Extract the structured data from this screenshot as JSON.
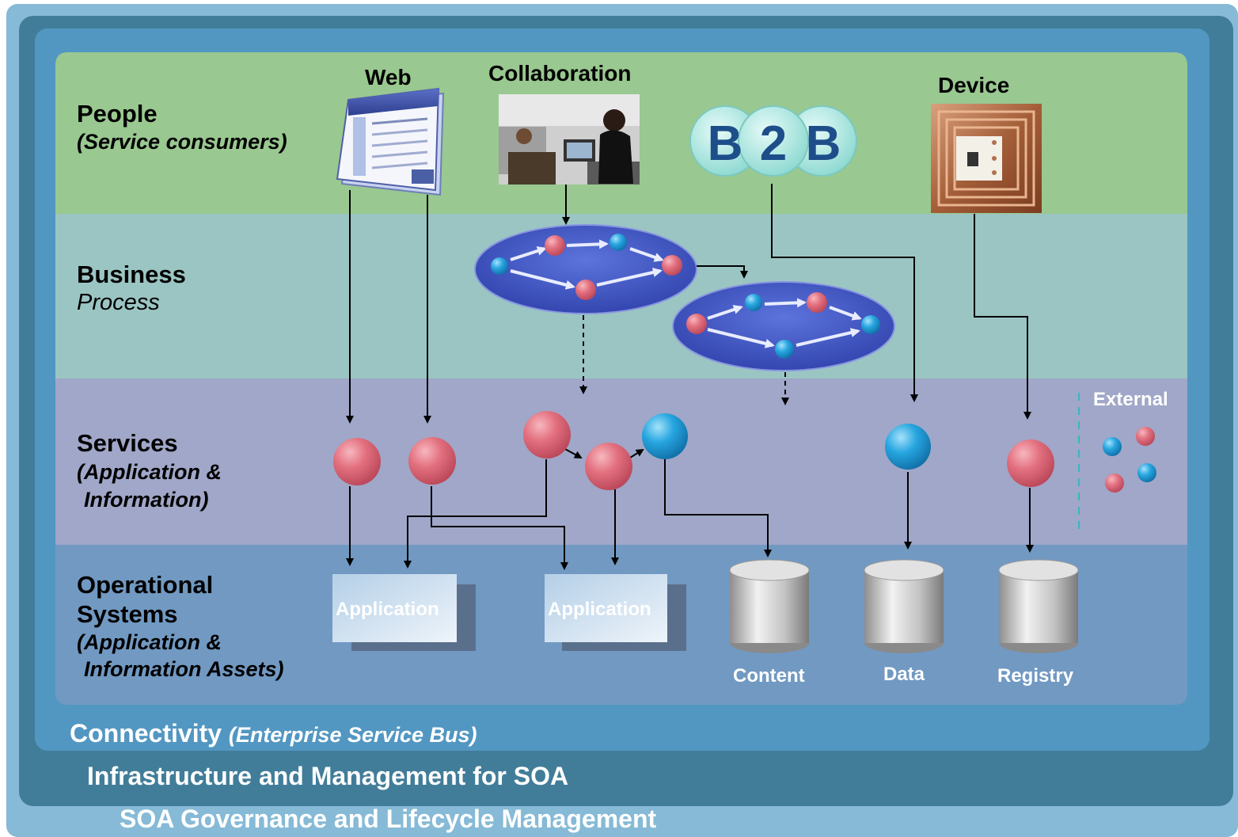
{
  "layers": {
    "people": {
      "title": "People",
      "subtitle": "(Service consumers)"
    },
    "business": {
      "title": "Business",
      "subtitle": "Process"
    },
    "services": {
      "title": "Services",
      "subtitle_line1": "(Application &",
      "subtitle_line2": "Information)"
    },
    "operational": {
      "title_line1": "Operational",
      "title_line2": "Systems",
      "subtitle_line1": "(Application &",
      "subtitle_line2": "Information Assets)"
    }
  },
  "consumers": {
    "web": "Web",
    "collaboration": "Collaboration",
    "b2b": [
      "B",
      "2",
      "B"
    ],
    "device": "Device"
  },
  "services_external": "External",
  "assets": {
    "application_1": "Application",
    "application_2": "Application",
    "content": "Content",
    "data": "Data",
    "registry": "Registry"
  },
  "frames": {
    "connectivity_title": "Connectivity",
    "connectivity_subtitle": "(Enterprise Service Bus)",
    "infrastructure": "Infrastructure and Management for SOA",
    "governance": "SOA Governance and Lifecycle Management"
  },
  "colors": {
    "people_band": "#99c890",
    "business_band": "#9bc5c3",
    "services_band": "#a0a7c8",
    "operational_band": "#7199c2",
    "outer_frame": "#86bad6",
    "infra_frame": "#417d99",
    "connectivity_frame": "#5297c2",
    "service_red": "#e0707e",
    "service_blue": "#28a8e0",
    "process_ellipse": "#3f55c4"
  }
}
